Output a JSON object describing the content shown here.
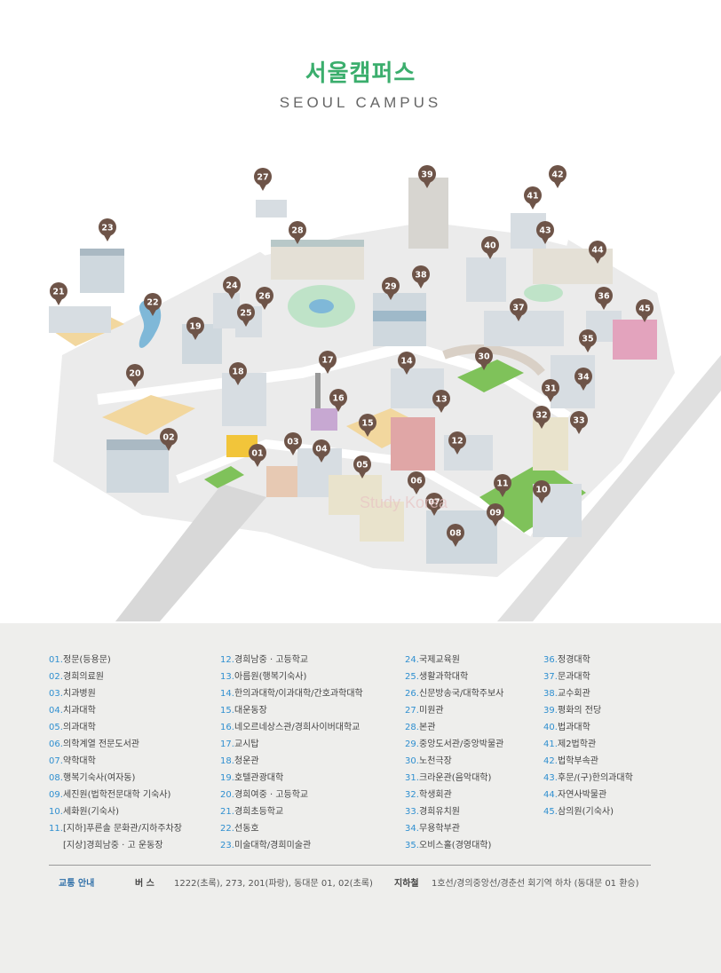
{
  "title": "서울캠퍼스",
  "subtitle": "SEOUL CAMPUS",
  "colors": {
    "accent_green": "#3bae6d",
    "number_blue": "#2f8fd0",
    "pin_brown": "#6e5448",
    "legend_bg": "#eeeeec"
  },
  "pins": [
    "01",
    "02",
    "03",
    "04",
    "05",
    "06",
    "07",
    "08",
    "09",
    "10",
    "11",
    "12",
    "13",
    "14",
    "15",
    "16",
    "17",
    "18",
    "19",
    "20",
    "21",
    "22",
    "23",
    "24",
    "25",
    "26",
    "27",
    "28",
    "29",
    "30",
    "31",
    "32",
    "33",
    "34",
    "35",
    "36",
    "37",
    "38",
    "39",
    "40",
    "41",
    "42",
    "43",
    "44",
    "45"
  ],
  "watermark": "Study Korea",
  "legend": {
    "col1": [
      {
        "n": "01",
        "t": "정문(등용문)"
      },
      {
        "n": "02",
        "t": "경희의료원"
      },
      {
        "n": "03",
        "t": "치과병원"
      },
      {
        "n": "04",
        "t": "치과대학"
      },
      {
        "n": "05",
        "t": "의과대학"
      },
      {
        "n": "06",
        "t": "의학계열 전문도서관"
      },
      {
        "n": "07",
        "t": "약학대학"
      },
      {
        "n": "08",
        "t": "행복기숙사(여자동)"
      },
      {
        "n": "09",
        "t": "세진원(법학전문대학 기숙사)"
      },
      {
        "n": "10",
        "t": "세화원(기숙사)"
      },
      {
        "n": "11",
        "t": "[지하]푸른솔 문화관/지하주차장",
        "t2": "[지상]경희남중 · 고 운동장"
      }
    ],
    "col2": [
      {
        "n": "12",
        "t": "경희남중 · 고등학교"
      },
      {
        "n": "13",
        "t": "아름원(행복기숙사)"
      },
      {
        "n": "14",
        "t": "한의과대학/이과대학/간호과학대학"
      },
      {
        "n": "15",
        "t": "대운동장"
      },
      {
        "n": "16",
        "t": "네오르네상스관/경희사이버대학교"
      },
      {
        "n": "17",
        "t": "교시탑"
      },
      {
        "n": "18",
        "t": "청운관"
      },
      {
        "n": "19",
        "t": "호텔관광대학"
      },
      {
        "n": "20",
        "t": "경희여중 · 고등학교"
      },
      {
        "n": "21",
        "t": "경희초등학교"
      },
      {
        "n": "22",
        "t": "선동호"
      },
      {
        "n": "23",
        "t": "미술대학/경희미술관"
      }
    ],
    "col3": [
      {
        "n": "24",
        "t": "국제교육원"
      },
      {
        "n": "25",
        "t": "생활과학대학"
      },
      {
        "n": "26",
        "t": "신문방송국/대학주보사"
      },
      {
        "n": "27",
        "t": "미원관"
      },
      {
        "n": "28",
        "t": "본관"
      },
      {
        "n": "29",
        "t": "중앙도서관/중앙박물관"
      },
      {
        "n": "30",
        "t": "노천극장"
      },
      {
        "n": "31",
        "t": "크라운관(음악대학)"
      },
      {
        "n": "32",
        "t": "학생회관"
      },
      {
        "n": "33",
        "t": "경희유치원"
      },
      {
        "n": "34",
        "t": "무용학부관"
      },
      {
        "n": "35",
        "t": "오비스홀(경영대학)"
      }
    ],
    "col4": [
      {
        "n": "36",
        "t": "정경대학"
      },
      {
        "n": "37",
        "t": "문과대학"
      },
      {
        "n": "38",
        "t": "교수회관"
      },
      {
        "n": "39",
        "t": "평화의 전당"
      },
      {
        "n": "40",
        "t": "법과대학"
      },
      {
        "n": "41",
        "t": "제2법학관"
      },
      {
        "n": "42",
        "t": "법학부속관"
      },
      {
        "n": "43",
        "t": "후문/(구)한의과대학"
      },
      {
        "n": "44",
        "t": "자연사박물관"
      },
      {
        "n": "45",
        "t": "삼의원(기숙사)"
      }
    ]
  },
  "transport": {
    "label": "교통 안내",
    "bus_label": "버    스",
    "bus": "1222(초록), 273, 201(파랑), 동대문 01, 02(초록)",
    "subway_label": "지하철",
    "subway": "1호선/경의중앙선/경춘선 회기역 하차 (동대문 01 환승)"
  }
}
